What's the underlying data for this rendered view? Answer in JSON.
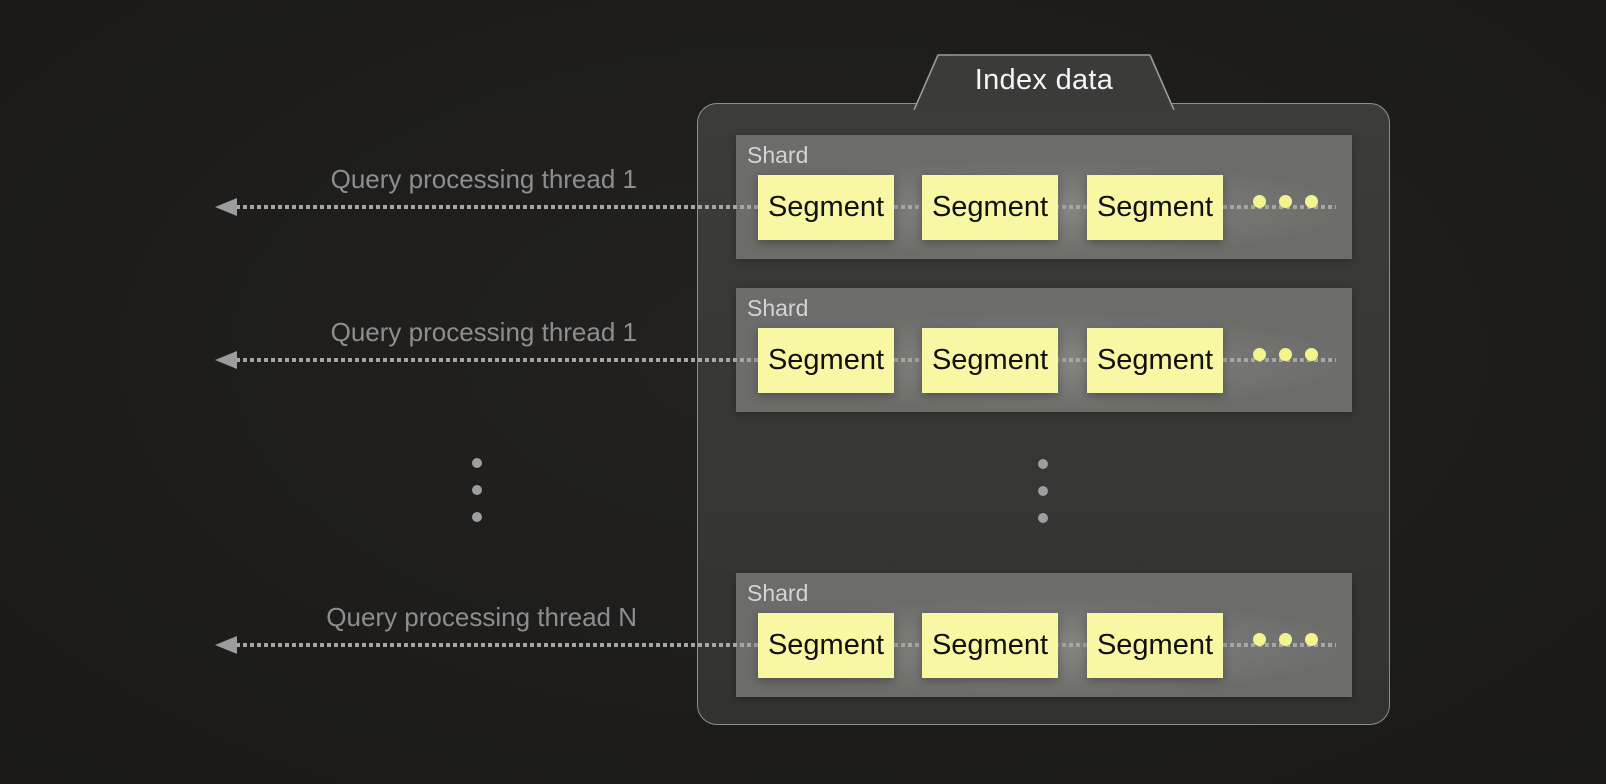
{
  "tab": {
    "label": "Index data"
  },
  "threads": [
    {
      "label": "Query processing thread 1"
    },
    {
      "label": "Query processing thread 1"
    },
    {
      "label": "Query processing thread N"
    }
  ],
  "shards": [
    {
      "label": "Shard",
      "segments": [
        "Segment",
        "Segment",
        "Segment"
      ]
    },
    {
      "label": "Shard",
      "segments": [
        "Segment",
        "Segment",
        "Segment"
      ]
    },
    {
      "label": "Shard",
      "segments": [
        "Segment",
        "Segment",
        "Segment"
      ]
    }
  ],
  "icons": {
    "arrow_left": "solid triangle arrowhead pointing left on dotted line",
    "more_segments": "three yellow dots (more segments)",
    "more_vertical": "three gray vertical dots (more rows)"
  },
  "colors": {
    "background": "#1e1d1b",
    "container_fill": "#373736",
    "container_border": "#8f8f8f",
    "shard_fill": "#6f6f6d",
    "segment_fill": "#f7f7a4",
    "segment_text": "#111111",
    "yellow_dot": "#f4f48c",
    "arrow_gray": "#9c9c9c",
    "thread_label_text": "#8e8e8e",
    "shard_label_text": "#d4d4d4",
    "tab_text": "#f5f5f5"
  }
}
